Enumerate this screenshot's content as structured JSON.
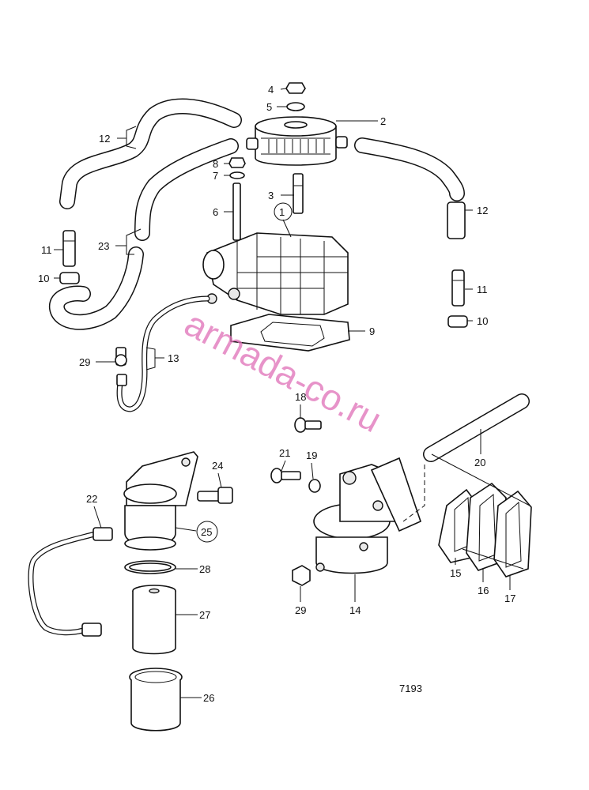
{
  "watermark": "armada-co.ru",
  "drawing_number": "7193",
  "callouts": {
    "p1": "1",
    "p2": "2",
    "p3": "3",
    "p4": "4",
    "p5": "5",
    "p6": "6",
    "p7": "7",
    "p8": "8",
    "p9": "9",
    "p10a": "10",
    "p10b": "10",
    "p11a": "11",
    "p11b": "11",
    "p12a": "12",
    "p12b": "12",
    "p13": "13",
    "p14": "14",
    "p15": "15",
    "p16": "16",
    "p17": "17",
    "p18": "18",
    "p19": "19",
    "p20": "20",
    "p21": "21",
    "p22": "22",
    "p23": "23",
    "p24": "24",
    "p25": "25",
    "p26": "26",
    "p27": "27",
    "p28": "28",
    "p29a": "29",
    "p29b": "29"
  },
  "colors": {
    "line": "#111111",
    "background": "#ffffff",
    "watermark": "#e070b8"
  }
}
